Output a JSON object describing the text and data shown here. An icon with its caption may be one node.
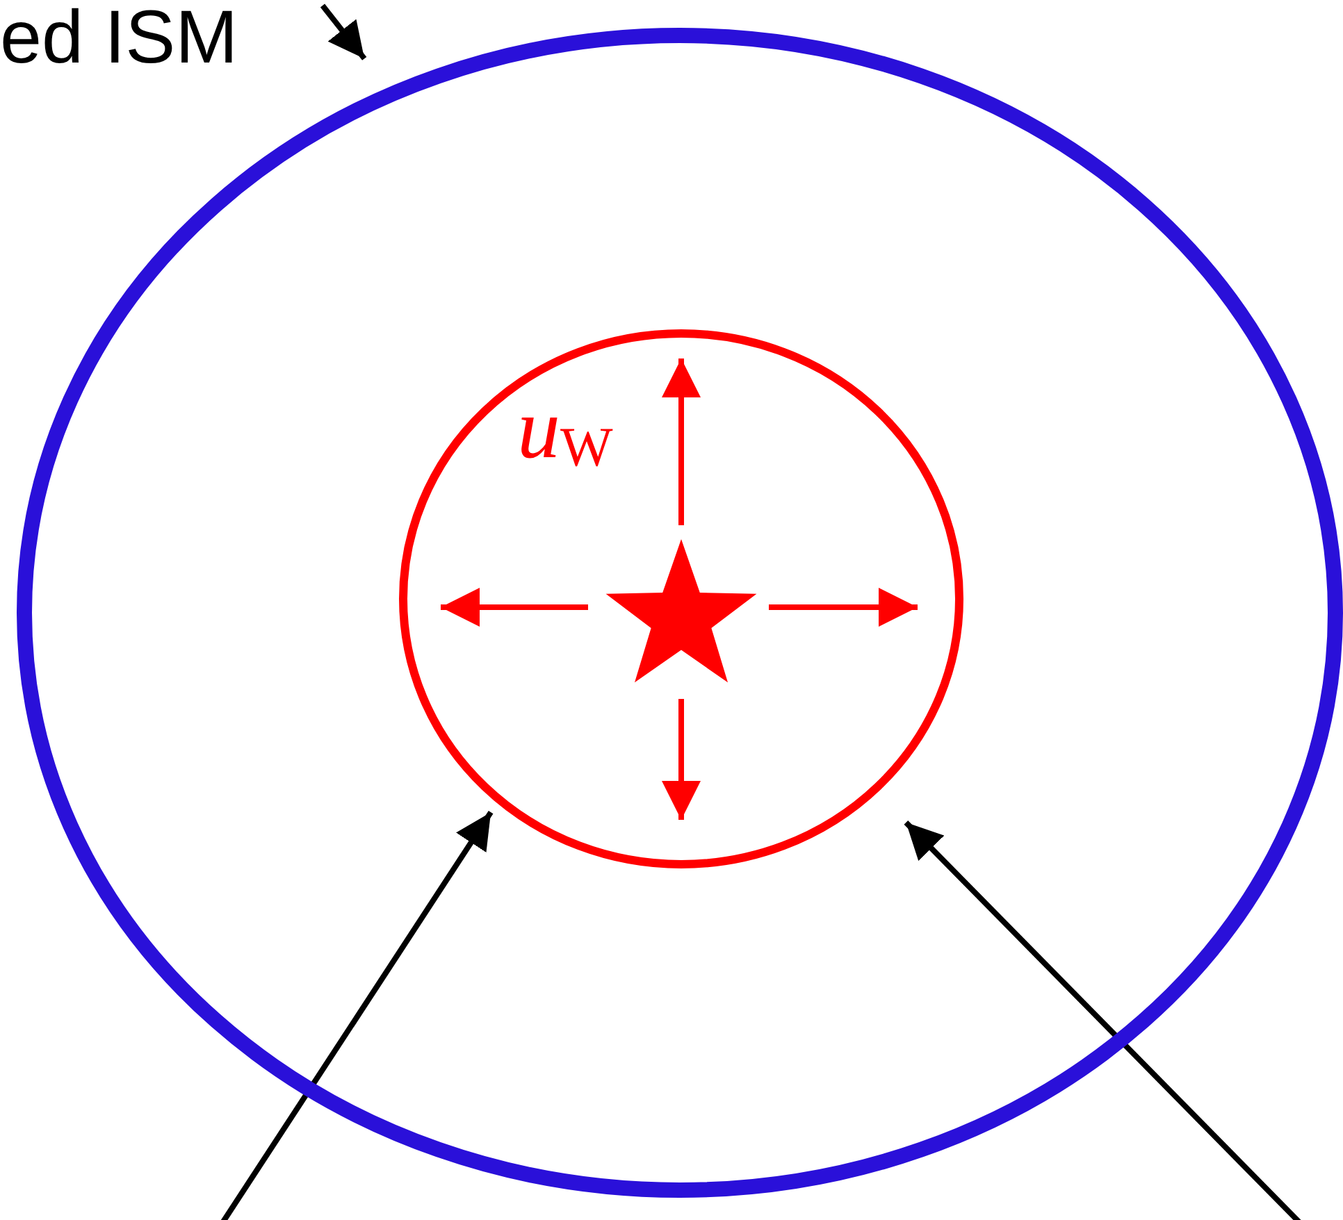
{
  "diagram": {
    "nodes": [
      {
        "text": [
          "ed ISM"
        ]
      },
      {
        "text": [],
        "shape": "circle"
      },
      {
        "text": [],
        "shape": "circle",
        "in": 1
      },
      {
        "text": [],
        "shape": "star",
        "in": 2
      }
    ],
    "edges": [
      {
        "from": 0,
        "to": 1,
        "arrow": "to"
      },
      {
        "from": null,
        "to": 2,
        "arrow": "to"
      },
      {
        "from": null,
        "to": 2,
        "arrow": "to"
      }
    ],
    "labels": [
      "*u*$_{W}$"
    ]
  }
}
